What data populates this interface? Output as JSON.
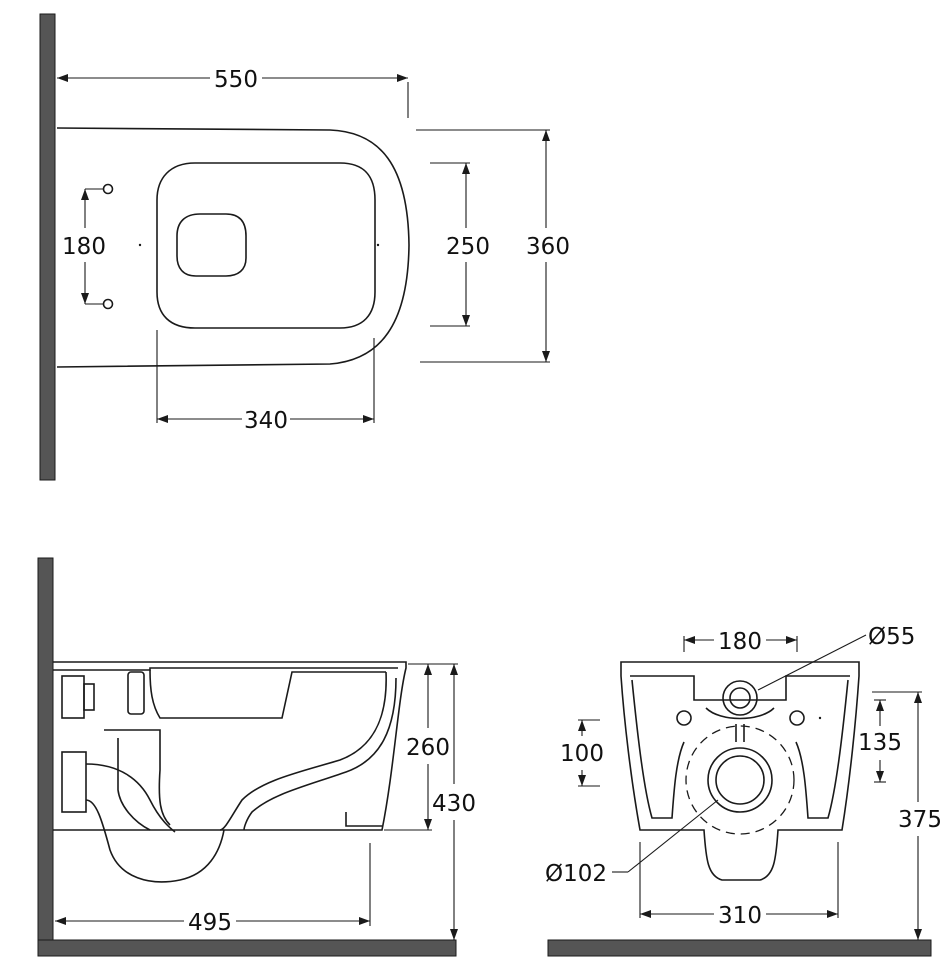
{
  "top_view": {
    "overall_length": "550",
    "mounting_spacing": "180",
    "seat_opening_width": "250",
    "overall_width": "360",
    "seat_opening_length": "340"
  },
  "side_view": {
    "rim_height": "260",
    "overall_height": "430",
    "projection_to_outlet": "495"
  },
  "front_view": {
    "bolt_spacing": "180",
    "inlet_diameter": "Ø55",
    "inlet_to_bolt": "100",
    "bolt_to_top": "135",
    "height_from_floor": "375",
    "outlet_diameter": "Ø102",
    "outlet_width": "310"
  },
  "colors": {
    "wall": "#555555",
    "line": "#1a1a1a",
    "background": "#ffffff"
  }
}
